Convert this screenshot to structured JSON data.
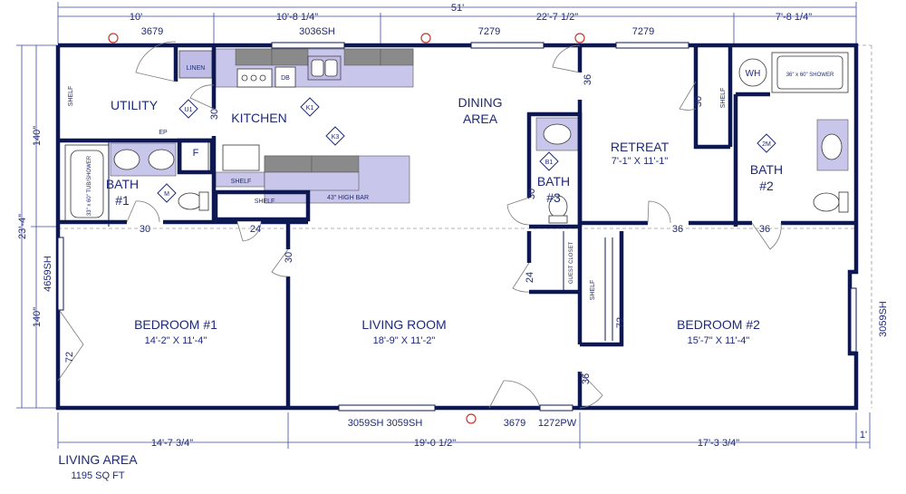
{
  "plan": {
    "dims_top": {
      "overall": "51'",
      "seg1": "10'",
      "seg2": "10'-8 1/4\"",
      "seg3": "22'-7 1/2\"",
      "seg4": "7'-8 1/4\""
    },
    "dims_bottom": {
      "seg1": "14'-7 3/4\"",
      "seg2": "19'-0 1/2\"",
      "seg3": "17'-3 3/4\"",
      "seg4": "1'"
    },
    "dims_left": {
      "overall": "23'-4\"",
      "upper": "140\"",
      "lower": "140\""
    },
    "windows_top": [
      "3679",
      "3036SH",
      "7279",
      "7279"
    ],
    "windows_bottom": [
      "3059SH 3059SH",
      "3679",
      "1272PW"
    ],
    "window_left": "4659SH",
    "window_right": "3059SH",
    "rooms": {
      "utility": "UTILITY",
      "kitchen": "KITCHEN",
      "dining_1": "DINING",
      "dining_2": "AREA",
      "retreat": "RETREAT",
      "retreat_size": "7'-1\" X 11'-1\"",
      "bath1_a": "BATH",
      "bath1_b": "#1",
      "bath2_a": "BATH",
      "bath2_b": "#2",
      "bath3_a": "BATH",
      "bath3_b": "#3",
      "bedroom1": "BEDROOM #1",
      "bedroom1_size": "14'-2\" X 11'-4\"",
      "living": "LIVING ROOM",
      "living_size": "18'-9\" X 11'-2\"",
      "bedroom2": "BEDROOM #2",
      "bedroom2_size": "15'-7\" X 11'-4\""
    },
    "labels": {
      "linen": "LINEN",
      "shelf": "SHELF",
      "ep": "EP",
      "f": "F",
      "db": "DB",
      "wh": "WH",
      "tub": "33\" x 60\" TUB/SHOWER",
      "shower": "36\" x 60\" SHOWER",
      "high_bar": "43\" HIGH BAR",
      "guest_closet": "GUEST CLOSET",
      "u1": "U1",
      "k1": "K1",
      "k3": "K3",
      "m": "M",
      "b1": "B1",
      "m2": "2M"
    },
    "door_sizes": {
      "d30_utility": "30",
      "d36_dining": "36",
      "d30_retreat": "30",
      "d30_bath1": "30",
      "d24_kitchen": "24",
      "d30_living": "30",
      "d30_bath3": "30",
      "d36_retreat": "36",
      "d36_bath2": "36",
      "d24_closet": "24",
      "d72_closet": "72",
      "d36_living": "36",
      "d72_bed1": "72"
    },
    "living_area_title": "LIVING AREA",
    "living_area_value": "1195 SQ FT"
  }
}
